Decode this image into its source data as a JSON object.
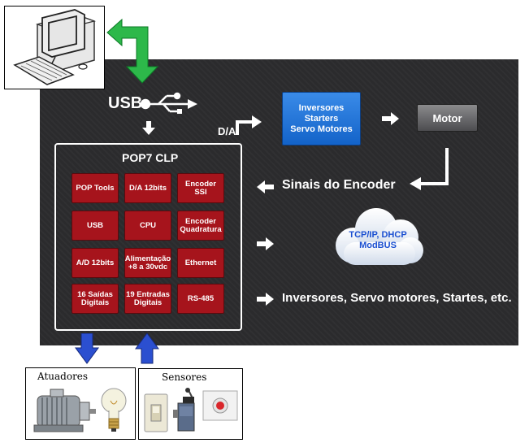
{
  "usb": {
    "label": "USB"
  },
  "da": {
    "label": "D/A"
  },
  "drives_box": {
    "lines": [
      "Inversores",
      "Starters",
      "Servo Motores"
    ]
  },
  "motor": {
    "label": "Motor"
  },
  "encoder_signals": {
    "label": "Sinais do Encoder"
  },
  "clp": {
    "title": "POP7 CLP",
    "modules": [
      "POP Tools",
      "D/A 12bits",
      "Encoder SSI",
      "USB",
      "CPU",
      "Encoder Quadratura",
      "A/D 12bits",
      "Alimentação +8 a 30vdc",
      "Ethernet",
      "16 Saídas Digitais",
      "19 Entradas Digitais",
      "RS-485"
    ]
  },
  "cloud": {
    "line1": "TCP/IP, DHCP",
    "line2": "ModBUS"
  },
  "outputs_line": {
    "label": "Inversores, Servo motores, Startes, etc."
  },
  "actuators": {
    "label": "Atuadores"
  },
  "sensors": {
    "label": "Sensores"
  },
  "colors": {
    "module_red": "#a6141c",
    "drive_blue": "#1e6fd6",
    "usb_arrow_green": "#2db84a",
    "io_arrow_blue": "#2b4fd0"
  }
}
